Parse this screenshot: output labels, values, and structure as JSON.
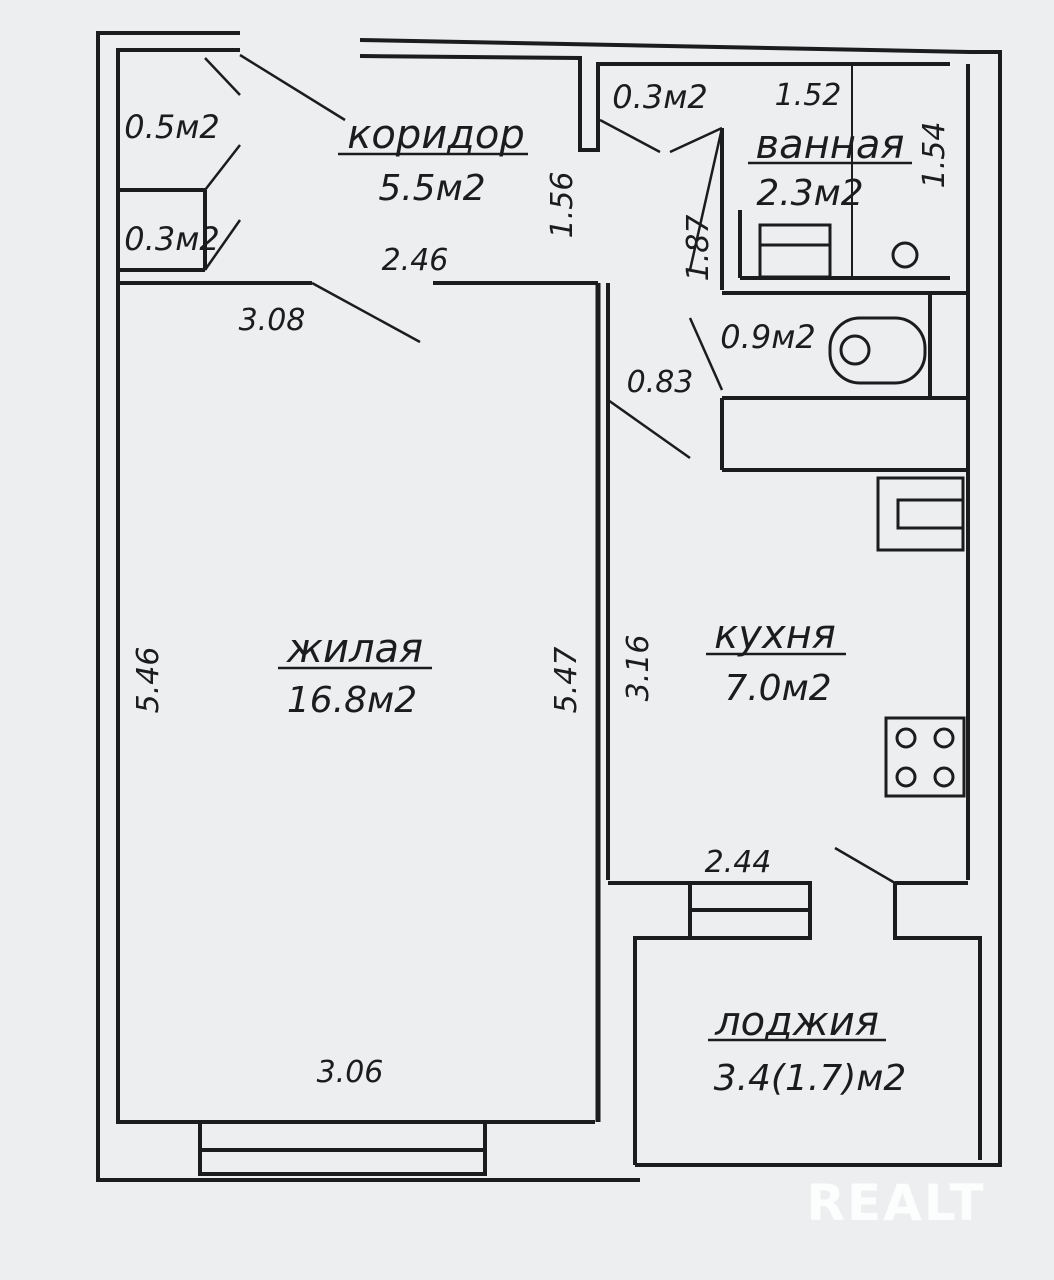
{
  "rooms": {
    "corridor": {
      "name": "коридор",
      "area": "5.5м2"
    },
    "bathroom": {
      "name": "ванная",
      "area": "2.3м2"
    },
    "living": {
      "name": "жилая",
      "area": "16.8м2"
    },
    "kitchen": {
      "name": "кухня",
      "area": "7.0м2"
    },
    "loggia": {
      "name": "лоджия",
      "area": "3.4(1.7)м2"
    }
  },
  "small_areas": {
    "closet_top": "0.5м2",
    "closet_bottom": "0.3м2",
    "niche": "0.3м2",
    "toilet": "0.9м2"
  },
  "dimensions": {
    "corridor_width": "2.46",
    "corridor_depth": "1.56",
    "living_top": "3.08",
    "living_left": "5.46",
    "living_right": "5.47",
    "living_bottom": "3.06",
    "bath_width": "1.52",
    "bath_depth": "1.54",
    "bath_hall": "1.87",
    "toilet_door": "0.83",
    "kitchen_depth": "3.16",
    "kitchen_width": "2.44"
  },
  "watermark": "REALT",
  "colors": {
    "paper": "#eceef0",
    "line": "#1a1c1e",
    "watermark": "#ffffff"
  }
}
